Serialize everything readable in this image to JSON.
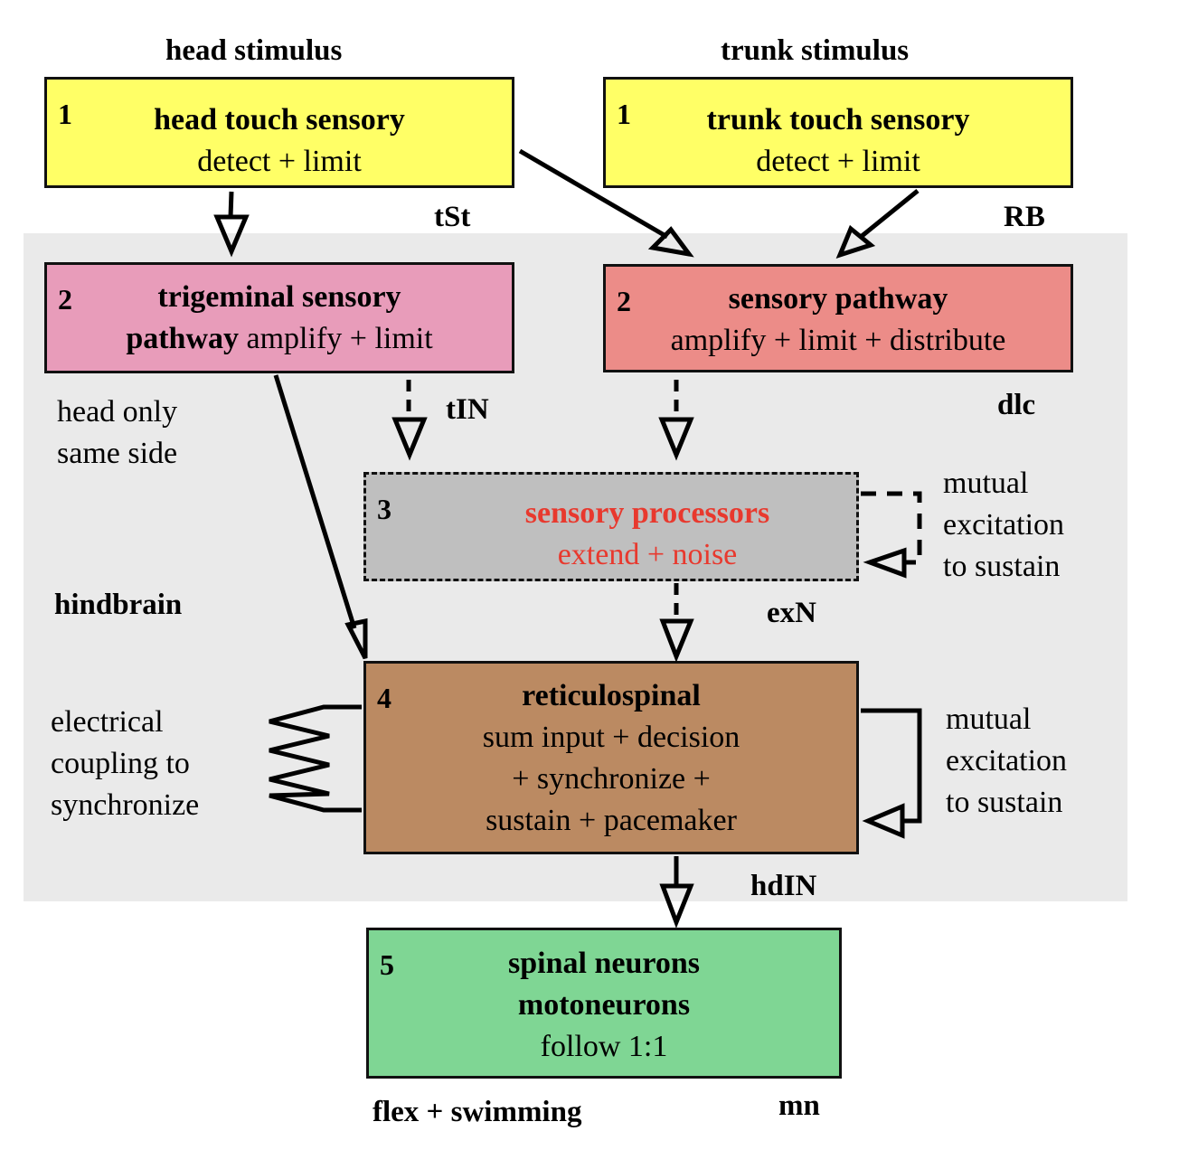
{
  "colors": {
    "sensory_touch": "#ffff66",
    "trigeminal": "#e89cba",
    "sensory_pathway": "#ec8c88",
    "sensory_processors": "#bfbfbf",
    "sensory_processors_text": "#e8392e",
    "reticulospinal": "#bb8a62",
    "spinal": "#7fd694",
    "hindbrain_region": "#eaeaea"
  },
  "stimuli": {
    "head": "head stimulus",
    "trunk": "trunk stimulus"
  },
  "boxes": {
    "head_touch": {
      "num": "1",
      "title": "head touch sensory",
      "desc": "detect + limit",
      "cell_label": "tSt"
    },
    "trunk_touch": {
      "num": "1",
      "title": "trunk touch sensory",
      "desc": "detect + limit",
      "cell_label": "RB"
    },
    "trigeminal": {
      "num": "2",
      "title": "trigeminal sensory",
      "title2": "pathway",
      "desc": "amplify + limit",
      "cell_label": "tIN"
    },
    "sensory_pathway": {
      "num": "2",
      "title": "sensory pathway",
      "desc": "amplify + limit + distribute",
      "cell_label": "dlc"
    },
    "sensory_processors": {
      "num": "3",
      "title": "sensory processors",
      "desc": "extend + noise",
      "cell_label": "exN"
    },
    "reticulospinal": {
      "num": "4",
      "title": "reticulospinal",
      "lines": [
        "sum input + decision",
        "+ synchronize +",
        "sustain + pacemaker"
      ],
      "cell_label": "hdIN"
    },
    "spinal": {
      "num": "5",
      "title": "spinal neurons",
      "title2": "motoneurons",
      "desc": "follow 1:1",
      "cell_label": "mn"
    }
  },
  "annotations": {
    "head_only": [
      "head only",
      "same side"
    ],
    "hindbrain": "hindbrain",
    "mutual_top": [
      "mutual",
      "excitation",
      "to sustain"
    ],
    "mutual_bottom": [
      "mutual",
      "excitation",
      "to sustain"
    ],
    "electrical": [
      "electrical",
      "coupling to",
      "synchronize"
    ],
    "output": "flex + swimming"
  }
}
